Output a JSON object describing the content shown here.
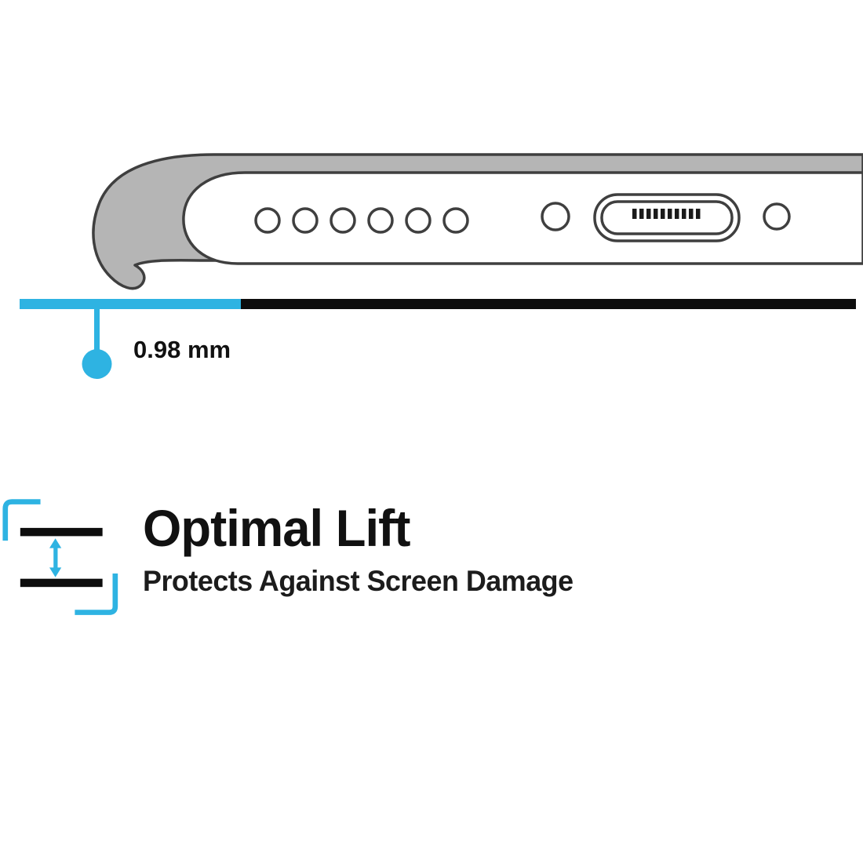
{
  "measurement": {
    "value": "0.98 mm"
  },
  "feature": {
    "title": "Optimal Lift",
    "subtitle": "Protects Against Screen Damage"
  },
  "diagram": {
    "description": "bottom edge of a phone inside a protective case, showing raised lip",
    "speaker_hole_count": 6,
    "port_pin_count": 10
  },
  "colors": {
    "accent": "#2eb3e2",
    "ink": "#111111",
    "case_gray": "#b5b5b5",
    "outline": "#3f3f3f",
    "bar_black": "#0d0d0d"
  }
}
